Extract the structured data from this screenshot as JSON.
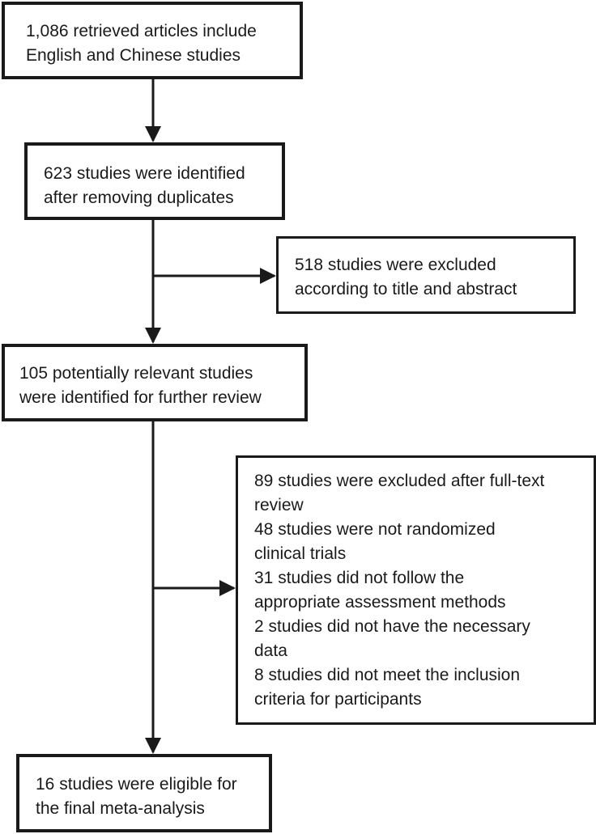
{
  "flowchart": {
    "retrieved": {
      "lines": [
        "1,086 retrieved articles include",
        "English and Chinese studies"
      ]
    },
    "identified": {
      "lines": [
        "623 studies were identified",
        "after removing duplicates"
      ]
    },
    "excluded_title_abstract": {
      "lines": [
        "518 studies were excluded",
        "according to title and abstract"
      ]
    },
    "relevant": {
      "lines": [
        "105 potentially relevant studies",
        "were identified for further review"
      ]
    },
    "excluded_full_text": {
      "lines": [
        "89 studies were excluded after full-text",
        "review",
        "48 studies were not randomized",
        "clinical trials",
        "31 studies did not follow the",
        "appropriate assessment methods",
        "2 studies did not have the necessary",
        "data",
        "8 studies did not meet the inclusion",
        "criteria for participants"
      ]
    },
    "eligible": {
      "lines": [
        "16 studies were eligible for",
        "the final meta-analysis"
      ]
    }
  }
}
